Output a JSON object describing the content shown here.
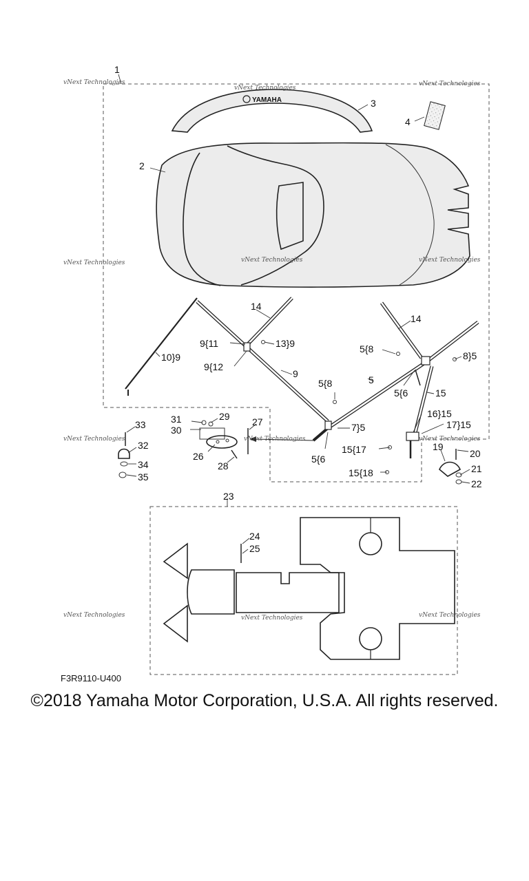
{
  "parts": {
    "p1": "1",
    "p2": "2",
    "p3": "3",
    "p4": "4",
    "p14a": "14",
    "p14b": "14",
    "p9_11": "9{11",
    "p13_9": "13}9",
    "p9_12": "9{12",
    "p10_9": "10}9",
    "p9": "9",
    "p5_8a": "5{8",
    "p8_5": "8}5",
    "p5a": "5",
    "p5_6a": "5{6",
    "p15a": "15",
    "p5_8b": "5{8",
    "p7_5": "7}5",
    "p5_6b": "5{6",
    "p16_15": "16}15",
    "p17_15": "17}15",
    "p15_17": "15{17",
    "p15_18": "15{18",
    "p19": "19",
    "p20": "20",
    "p21": "21",
    "p22": "22",
    "p31": "31",
    "p29": "29",
    "p30": "30",
    "p27": "27",
    "p26": "26",
    "p28": "28",
    "p33": "33",
    "p32": "32",
    "p34": "34",
    "p35": "35",
    "p23": "23",
    "p24": "24",
    "p25": "25"
  },
  "logo_text": "YAMAHA",
  "watermark": "vNext Technologies",
  "diagram_code": "F3R9110-U400",
  "copyright": "©2018 Yamaha Motor Corporation, U.S.A. All rights reserved."
}
